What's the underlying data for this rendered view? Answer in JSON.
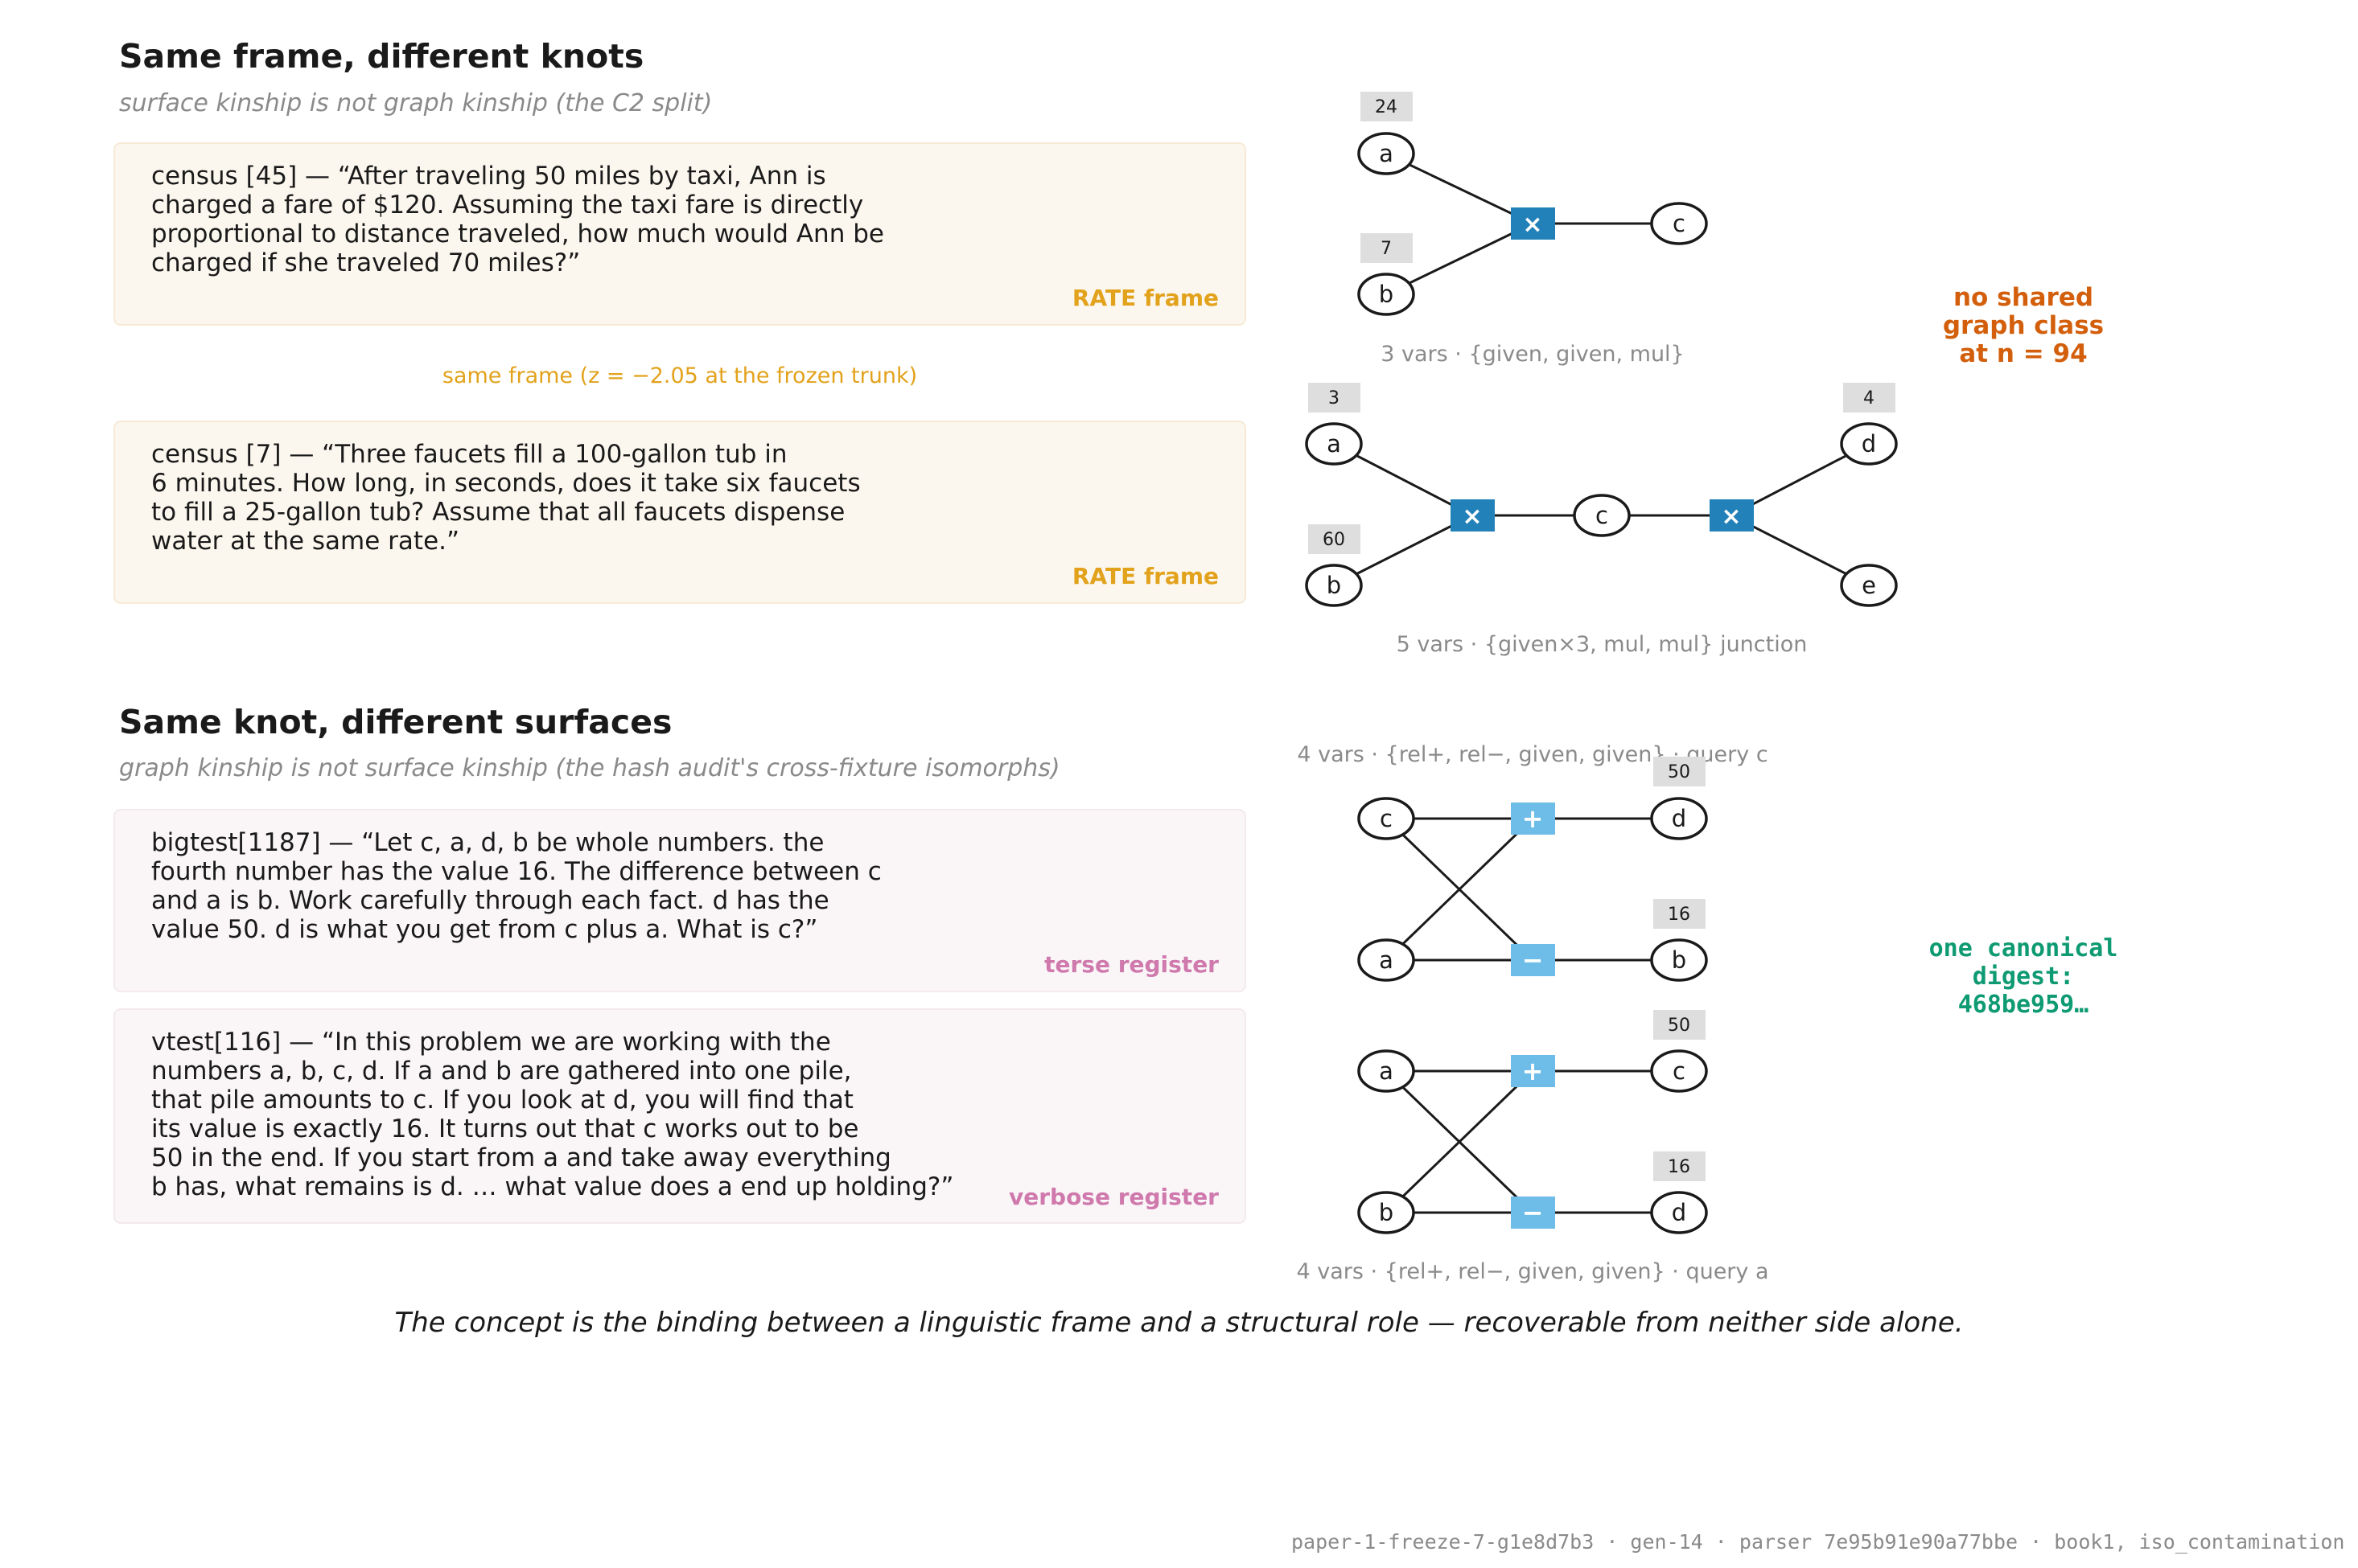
{
  "section1": {
    "title": "Same frame, different knots",
    "subtitle": "surface kinship is not graph kinship (the C2 split)",
    "card1": {
      "text": "census [45] — “After traveling 50 miles by taxi, Ann is\ncharged a fare of $120. Assuming the taxi fare is directly\nproportional to distance traveled, how much would Ann be\ncharged if she traveled 70 miles?”",
      "tag": "RATE frame"
    },
    "between": "same frame (z = −2.05 at the frozen trunk)",
    "card2": {
      "text": "census [7] — “Three faucets fill a 100-gallon tub in\n6 minutes. How long, in seconds, does it take six faucets\nto fill a 25-gallon tub? Assume that all faucets dispense\nwater at the same rate.”",
      "tag": "RATE frame"
    },
    "note": "no shared\ngraph class\nat n = 94"
  },
  "section2": {
    "title": "Same knot, different surfaces",
    "subtitle": "graph kinship is not surface kinship (the hash audit's cross-fixture isomorphs)",
    "card1": {
      "text": "bigtest[1187] — “Let c, a, d, b be whole numbers. the\nfourth number has the value 16. The difference between c\nand a is b. Work carefully through each fact. d has the\nvalue 50. d is what you get from c plus a. What is c?”",
      "tag": "terse register"
    },
    "card2": {
      "text": "vtest[116] — “In this problem we are working with the\nnumbers a, b, c, d. If a and b are gathered into one pile,\nthat pile amounts to c. If you look at d, you will find that\nits value is exactly 16. It turns out that c works out to be\n50 in the end. If you start from a and take away everything\nb has, what remains is d. … what value does a end up holding?”",
      "tag": "verbose register"
    },
    "note": "one canonical\ndigest:\n468be959…"
  },
  "graphs": {
    "g1": {
      "vars": {
        "a": "a",
        "b": "b",
        "c": "c"
      },
      "given": {
        "a": "24",
        "b": "7"
      },
      "op": "×",
      "caption": "3 vars · {given, given, mul}"
    },
    "g2": {
      "vars": {
        "a": "a",
        "b": "b",
        "c": "c",
        "d": "d",
        "e": "e"
      },
      "given": {
        "a": "3",
        "b": "60",
        "d": "4"
      },
      "op1": "×",
      "op2": "×",
      "caption": "5 vars · {given×3, mul, mul} junction"
    },
    "g3": {
      "caption": "4 vars · {rel+, rel−, given, given} · query c",
      "vars": {
        "c": "c",
        "a": "a",
        "d": "d",
        "b": "b"
      },
      "given": {
        "d": "50",
        "b": "16"
      },
      "op_plus": "+",
      "op_minus": "−"
    },
    "g4": {
      "caption": "4 vars · {rel+, rel−, given, given} · query a",
      "vars": {
        "a": "a",
        "b": "b",
        "c": "c",
        "d": "d"
      },
      "given": {
        "c": "50",
        "d": "16"
      },
      "op_plus": "+",
      "op_minus": "−"
    }
  },
  "caption": "The concept is the binding between a linguistic frame and a structural role — recoverable from neither side alone.",
  "footer": "paper-1-freeze-7-g1e8d7b3 · gen-14 · parser 7e95b91e90a77bbe · book1, iso_contamination",
  "colors": {
    "rate": "#e2a21c",
    "register": "#cf79ac",
    "mul_node": "#2381b9",
    "rel_node": "#6dbde8",
    "orange_note": "#d35f0c",
    "green_note": "#0e9a72"
  }
}
